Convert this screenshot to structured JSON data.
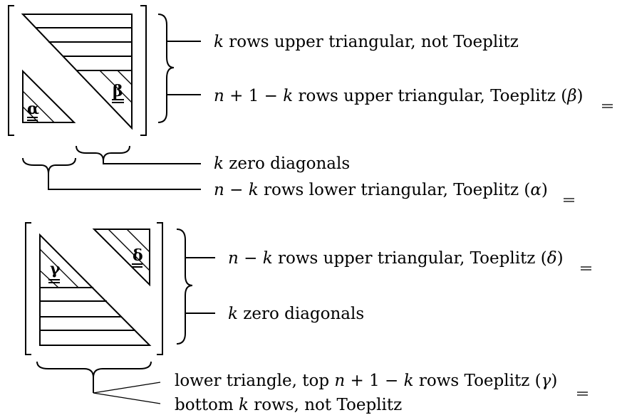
{
  "upper_matrix": {
    "block_lower_symbol": "α",
    "block_upper_symbol": "β",
    "annotations": {
      "k_rows": {
        "var": "k",
        "text": " rows upper triangular, not Toeplitz"
      },
      "nk_rows": {
        "n": "n",
        "op1": " + 1 − ",
        "k": "k",
        "text": " rows upper triangular, Toeplitz (",
        "sym": "β",
        "close": ")"
      },
      "k_zero": {
        "var": "k",
        "text": " zero diagonals"
      },
      "nk_lower": {
        "n": "n",
        "op1": " − ",
        "k": "k",
        "text": " rows lower triangular, Toeplitz (",
        "sym": "α",
        "close": ")"
      }
    }
  },
  "lower_matrix": {
    "block_lower_symbol": "γ",
    "block_upper_symbol": "δ",
    "annotations": {
      "nk_upper": {
        "n": "n",
        "op1": " − ",
        "k": "k",
        "text": " rows upper triangular, Toeplitz (",
        "sym": "δ",
        "close": ")"
      },
      "k_zero": {
        "var": "k",
        "text": " zero diagonals"
      },
      "lower_tri": {
        "pre": "lower triangle, top ",
        "n": "n",
        "op1": " + 1 − ",
        "k": "k",
        "text": " rows Toeplitz (",
        "sym": "γ",
        "close": ")"
      },
      "bottom": {
        "pre": "bottom ",
        "k": "k",
        "text": " rows, not Toeplitz"
      }
    }
  }
}
